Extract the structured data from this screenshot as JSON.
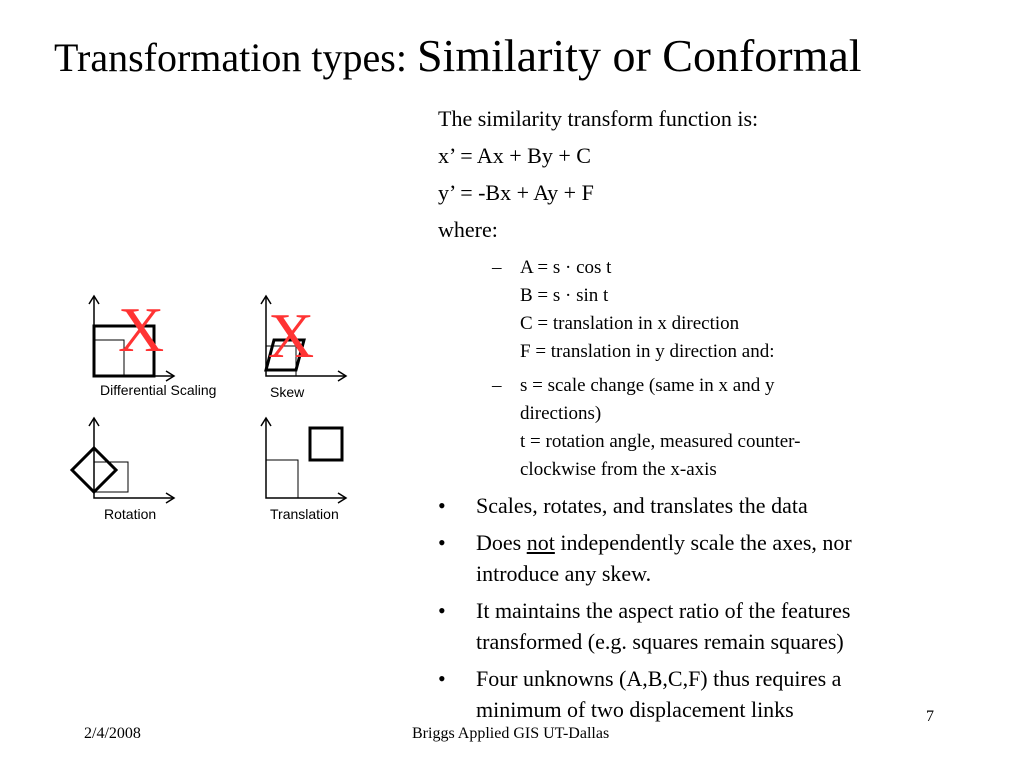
{
  "title": {
    "prefix": "Transformation types:",
    "main": "Similarity or Conformal"
  },
  "diagrams": {
    "differential_scaling": {
      "label": "Differential Scaling",
      "mark": "X"
    },
    "skew": {
      "label": "Skew",
      "mark": "X"
    },
    "rotation": {
      "label": "Rotation"
    },
    "translation": {
      "label": "Translation"
    }
  },
  "content": {
    "intro": "The similarity transform function is:",
    "eq1": "x’ = Ax + By + C",
    "eq2": "y’ = -Bx + Ay + F",
    "where": "where:",
    "sub1": {
      "dash": "–",
      "lines": [
        "A = s · cos t",
        "B = s · sin t",
        "C = translation in x direction",
        "F = translation in y direction and:"
      ]
    },
    "sub2": {
      "dash": "–",
      "lines": [
        "s = scale change (same in x and y",
        "directions)",
        "t = rotation angle, measured counter-",
        "clockwise from the x-axis"
      ]
    },
    "bullets": [
      {
        "lines": [
          "Scales, rotates, and translates the data"
        ]
      },
      {
        "pre": "Does ",
        "underlined": "not",
        "post": " independently scale the axes, nor",
        "line2": "introduce any skew."
      },
      {
        "lines": [
          "It maintains the aspect ratio of the features",
          "transformed (e.g. squares remain squares)"
        ]
      },
      {
        "lines": [
          "Four unknowns (A,B,C,F) thus  requires a",
          "minimum of two displacement links"
        ]
      }
    ],
    "bullet_char": "•"
  },
  "footer": {
    "date": "2/4/2008",
    "center": "Briggs Applied GIS  UT-Dallas",
    "page": "7"
  }
}
